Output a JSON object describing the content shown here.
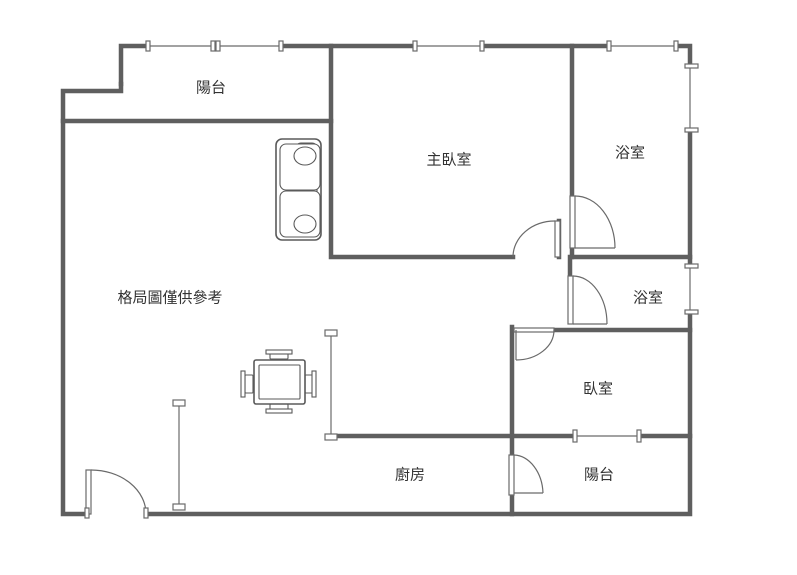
{
  "rooms": {
    "balcony_top": "陽台",
    "master_bedroom": "主臥室",
    "bathroom_1": "浴室",
    "bathroom_2": "浴室",
    "bedroom": "臥室",
    "kitchen": "廚房",
    "balcony_bottom": "陽台"
  },
  "disclaimer": "格局圖僅供參考",
  "colors": {
    "wall": "#5f5f5f",
    "line": "#6a6a6a",
    "text": "#333333"
  }
}
